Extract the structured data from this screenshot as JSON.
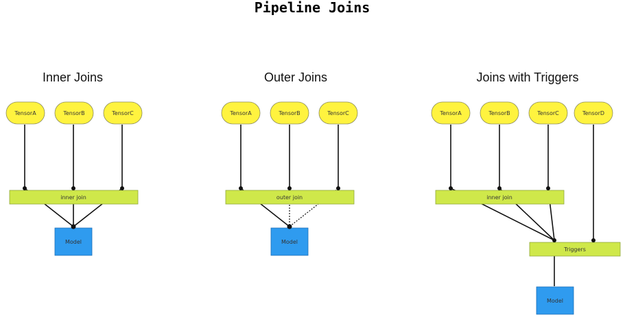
{
  "title": "Pipeline Joins",
  "colors": {
    "tensor": "#fff33f",
    "join": "#cfe84a",
    "model": "#2f9bef",
    "edge": "#111111"
  },
  "panels": [
    {
      "title": "Inner Joins",
      "inputs": [
        "TensorA",
        "TensorB",
        "TensorC"
      ],
      "join_label": "inner join",
      "model_label": "Model"
    },
    {
      "title": "Outer Joins",
      "inputs": [
        "TensorA",
        "TensorB",
        "TensorC"
      ],
      "join_label": "outer join",
      "model_label": "Model"
    },
    {
      "title": "Joins with Triggers",
      "inputs": [
        "TensorA",
        "TensorB",
        "TensorC",
        "TensorD"
      ],
      "join_label": "inner join",
      "trigger_label": "Triggers",
      "model_label": "Model"
    }
  ]
}
